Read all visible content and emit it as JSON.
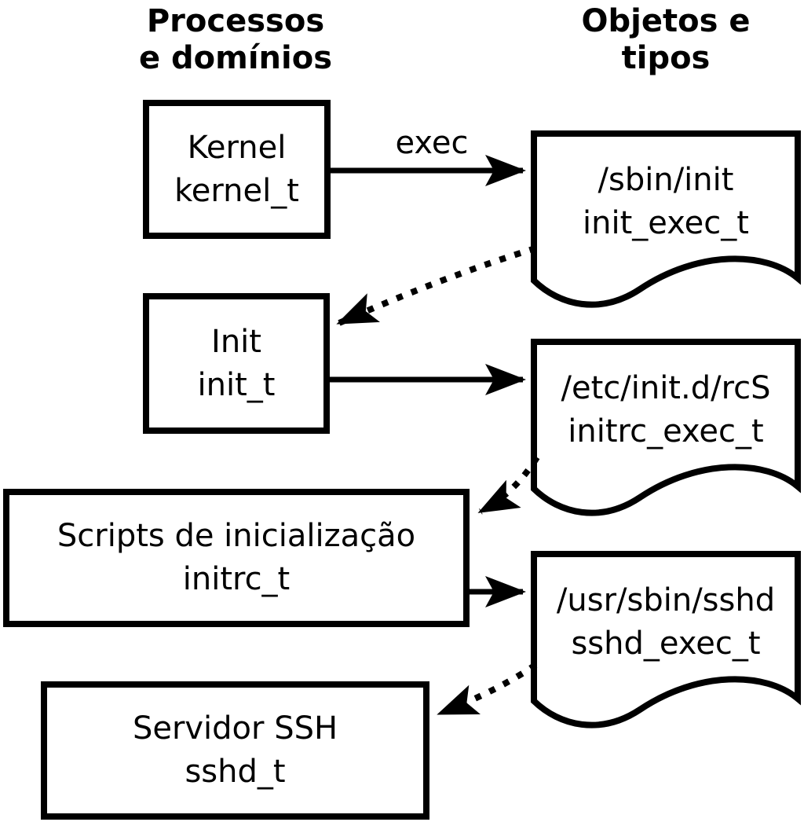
{
  "headers": {
    "left_line1": "Processos",
    "left_line2": "e domínios",
    "right_line1": "Objetos e",
    "right_line2": "tipos"
  },
  "processes": [
    {
      "label": "Kernel",
      "type": "kernel_t"
    },
    {
      "label": "Init",
      "type": "init_t"
    },
    {
      "label": "Scripts de inicialização",
      "type": "initrc_t"
    },
    {
      "label": "Servidor SSH",
      "type": "sshd_t"
    }
  ],
  "objects": [
    {
      "path": "/sbin/init",
      "type": "init_exec_t"
    },
    {
      "path": "/etc/init.d/rcS",
      "type": "initrc_exec_t"
    },
    {
      "path": "/usr/sbin/sshd",
      "type": "sshd_exec_t"
    }
  ],
  "arrows": {
    "exec_label": "exec",
    "edges": [
      {
        "from": "kernel_t",
        "to": "init_exec_t",
        "style": "solid",
        "label": "exec"
      },
      {
        "from": "init_exec_t",
        "to": "init_t",
        "style": "dotted"
      },
      {
        "from": "init_t",
        "to": "initrc_exec_t",
        "style": "solid"
      },
      {
        "from": "initrc_exec_t",
        "to": "initrc_t",
        "style": "dotted"
      },
      {
        "from": "initrc_t",
        "to": "sshd_exec_t",
        "style": "solid"
      },
      {
        "from": "sshd_exec_t",
        "to": "sshd_t",
        "style": "dotted"
      }
    ]
  },
  "colors": {
    "stroke": "#000000",
    "background": "#ffffff"
  }
}
